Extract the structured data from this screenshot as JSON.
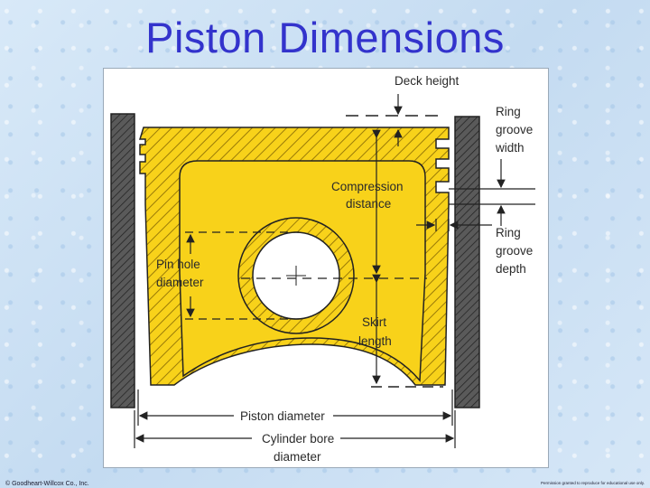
{
  "slide": {
    "title": "Piston Dimensions",
    "credit": "© Goodheart-Willcox Co., Inc.",
    "permission": "Permission granted to reproduce for educational use only."
  },
  "diagram": {
    "labels": {
      "deck_height": "Deck height",
      "ring_groove_width": [
        "Ring",
        "groove",
        "width"
      ],
      "compression_distance": [
        "Compression",
        "distance"
      ],
      "ring_groove_depth": [
        "Ring",
        "groove",
        "depth"
      ],
      "pin_hole_diameter": [
        "Pin hole",
        "diameter"
      ],
      "skirt_length": [
        "Skirt",
        "length"
      ],
      "piston_diameter": "Piston diameter",
      "cylinder_bore_diameter": [
        "Cylinder bore",
        "diameter"
      ]
    },
    "colors": {
      "piston_fill": "#f8d21a",
      "hatch": "#9a7b08",
      "wall_fill": "#555555",
      "line": "#222222"
    }
  }
}
